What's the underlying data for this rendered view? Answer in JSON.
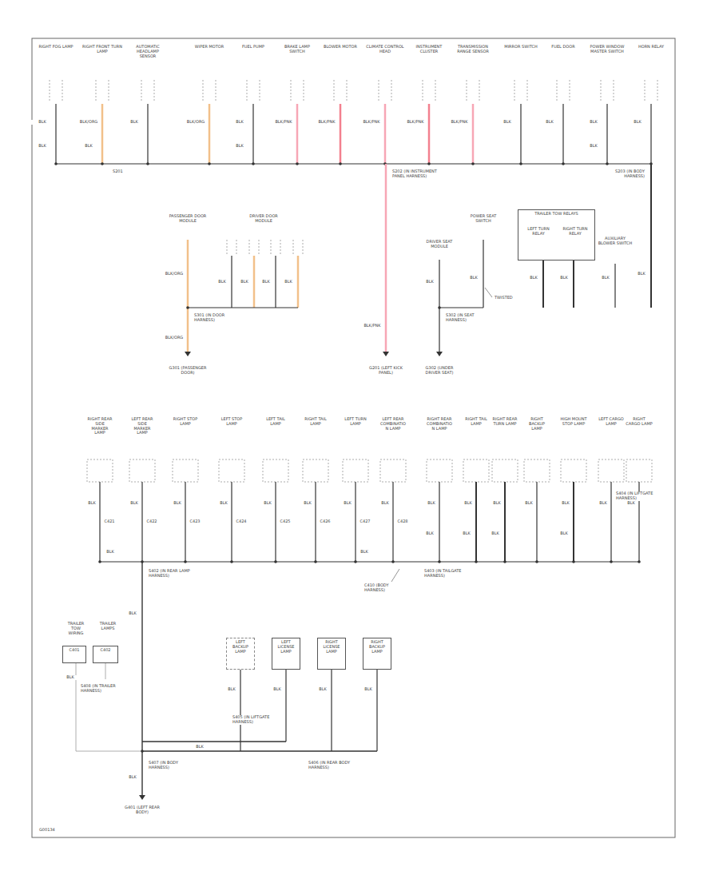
{
  "diagram": {
    "nodes": [
      {
        "text": [
          "TRAILER TOW RELAYS"
        ]
      },
      {
        "text": [
          "LEFT TURN RELAY"
        ],
        "in": 0
      },
      {
        "text": [
          "RIGHT TURN RELAY"
        ],
        "in": 0
      },
      {
        "text": [
          "C401"
        ]
      },
      {
        "text": [
          "C402"
        ]
      },
      {
        "text": [
          "LEFT BACKUP LAMP"
        ]
      },
      {
        "text": [
          "LEFT LICENSE LAMP"
        ]
      },
      {
        "text": [
          "RIGHT LICENSE LAMP"
        ]
      },
      {
        "text": [
          "RIGHT BACKUP LAMP"
        ]
      }
    ],
    "labels": [
      "RIGHT FOG LAMP",
      "RIGHT FRONT TURN LAMP",
      "AUTOMATIC HEADLAMP SENSOR",
      "WIPER MOTOR",
      "FUEL PUMP",
      "BRAKE LAMP SWITCH",
      "BLOWER MOTOR",
      "CLIMATE CONTROL HEAD",
      "INSTRUMENT CLUSTER",
      "TRANSMISSION RANGE SENSOR",
      "MIRROR SWITCH",
      "FUEL DOOR",
      "POWER WINDOW MASTER SWITCH",
      "HORN RELAY",
      "BLK",
      "BLK/ORG",
      "BLK",
      "BLK/ORG",
      "BLK",
      "BLK/PNK",
      "BLK/PNK",
      "BLK/PNK",
      "BLK/PNK",
      "BLK/PNK",
      "BLK",
      "BLK",
      "BLK",
      "BLK",
      "BLK",
      "BLK",
      "BLK",
      "BLK",
      "S201",
      "S202 (IN INSTRUMENT PANEL HARNESS)",
      "S203 (IN BODY HARNESS)",
      "PASSENGER DOOR MODULE",
      "DRIVER DOOR MODULE",
      "BLK/ORG",
      "BLK",
      "BLK",
      "BLK",
      "BLK",
      "S301 (IN DOOR HARNESS)",
      "BLK/ORG",
      "G301 (PASSENGER DOOR)",
      "BLK/PNK",
      "G201 (LEFT KICK PANEL)",
      "DRIVER SEAT MODULE",
      "BLK",
      "S302 (IN SEAT HARNESS)",
      "G302 (UNDER DRIVER SEAT)",
      "POWER SEAT SWITCH",
      "BLK",
      "TWISTED",
      "AUXILIARY BLOWER SWITCH",
      "BLK",
      "BLK",
      "BLK",
      "BLK",
      "RIGHT REAR SIDE MARKER LAMP",
      "LEFT REAR SIDE MARKER LAMP",
      "RIGHT STOP LAMP",
      "LEFT STOP LAMP",
      "LEFT TAIL LAMP",
      "RIGHT TAIL LAMP",
      "LEFT TURN LAMP",
      "LEFT REAR COMBINATION LAMP",
      "RIGHT REAR COMBINATION LAMP",
      "RIGHT TAIL LAMP",
      "RIGHT REAR TURN LAMP",
      "RIGHT BACKUP LAMP",
      "HIGH MOUNT STOP LAMP",
      "LEFT CARGO LAMP",
      "RIGHT CARGO LAMP",
      "BLK",
      "BLK",
      "BLK",
      "BLK",
      "BLK",
      "BLK",
      "BLK",
      "BLK",
      "BLK",
      "BLK",
      "BLK",
      "BLK",
      "BLK",
      "BLK",
      "BLK",
      "C421",
      "C422",
      "C423",
      "C424",
      "C425",
      "C426",
      "C427",
      "C428",
      "BLK",
      "BLK",
      "BLK",
      "BLK",
      "BLK",
      "BLK",
      "S402 (IN REAR LAMP HARNESS)",
      "C410 (BODY HARNESS)",
      "S403 (IN TAILGATE HARNESS)",
      "S404 (IN LIFTGATE HARNESS)",
      "BLK",
      "BLK",
      "BLK",
      "BLK",
      "BLK",
      "S405 (IN LIFTGATE HARNESS)",
      "S406 (IN REAR BODY HARNESS)",
      "BLK",
      "S407 (IN BODY HARNESS)",
      "BLK",
      "G401 (LEFT REAR BODY)",
      "BLK",
      "S408 (IN TRAILER HARNESS)",
      "G00134",
      "TRAILER TOW WIRING",
      "TRAILER LAMPS"
    ]
  }
}
